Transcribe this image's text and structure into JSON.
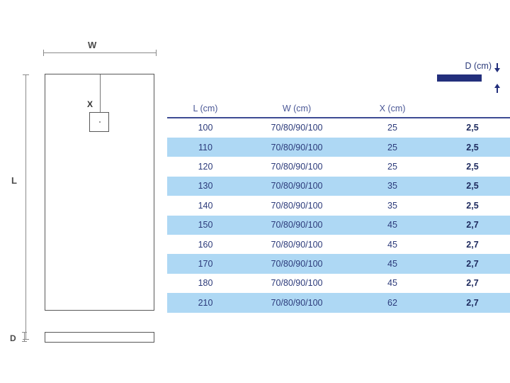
{
  "diagram": {
    "width_label": "W",
    "length_label": "L",
    "drain_offset_label": "X",
    "depth_label": "D",
    "plan_view_name": "shower-tray-plan-view",
    "side_view_name": "shower-tray-side-profile"
  },
  "table": {
    "depth_header": {
      "label": "D (cm)",
      "bar_color": "#232f7c",
      "arrow_up": "▲",
      "arrow_down": "▼"
    },
    "columns": [
      {
        "key": "l",
        "label": "L (cm)"
      },
      {
        "key": "w",
        "label": "W (cm)"
      },
      {
        "key": "x",
        "label": "X (cm)"
      },
      {
        "key": "d",
        "label": "D (cm)"
      }
    ],
    "rows": [
      {
        "l": "100",
        "w": "70/80/90/100",
        "x": "25",
        "d": "2,5",
        "highlight": false
      },
      {
        "l": "110",
        "w": "70/80/90/100",
        "x": "25",
        "d": "2,5",
        "highlight": true
      },
      {
        "l": "120",
        "w": "70/80/90/100",
        "x": "25",
        "d": "2,5",
        "highlight": false
      },
      {
        "l": "130",
        "w": "70/80/90/100",
        "x": "35",
        "d": "2,5",
        "highlight": true
      },
      {
        "l": "140",
        "w": "70/80/90/100",
        "x": "35",
        "d": "2,5",
        "highlight": false
      },
      {
        "l": "150",
        "w": "70/80/90/100",
        "x": "45",
        "d": "2,7",
        "highlight": true
      },
      {
        "l": "160",
        "w": "70/80/90/100",
        "x": "45",
        "d": "2,7",
        "highlight": false
      },
      {
        "l": "170",
        "w": "70/80/90/100",
        "x": "45",
        "d": "2,7",
        "highlight": true
      },
      {
        "l": "180",
        "w": "70/80/90/100",
        "x": "45",
        "d": "2,7",
        "highlight": false
      },
      {
        "l": "210",
        "w": "70/80/90/100",
        "x": "62",
        "d": "2,7",
        "highlight": true
      }
    ]
  },
  "colors": {
    "accent_navy": "#232f7c",
    "header_text": "#4a5796",
    "row_text": "#2b3a7a",
    "row_highlight": "#aed8f4",
    "line_gray": "#8a8a8a",
    "outline_gray": "#585858"
  }
}
